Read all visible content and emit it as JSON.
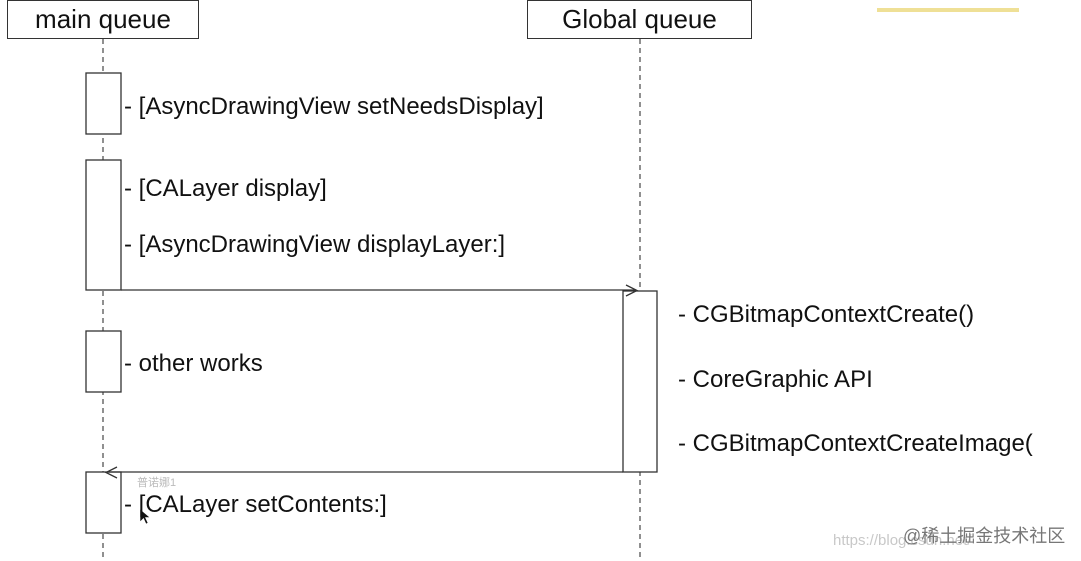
{
  "lanes": {
    "main": "main queue",
    "global": "Global queue"
  },
  "main_steps": {
    "set_needs_display": "- [AsyncDrawingView setNeedsDisplay]",
    "calayer_display": "- [CALayer display]",
    "display_layer": "- [AsyncDrawingView displayLayer:]",
    "other_works": "- other works",
    "set_contents": "- [CALayer setContents:]"
  },
  "global_steps": {
    "bitmap_create": "- CGBitmapContextCreate()",
    "coregraphic": "- CoreGraphic API",
    "create_image": "- CGBitmapContextCreateImage("
  },
  "watermarks": {
    "url": "https://blog.csdn.net/",
    "brand": "@稀土掘金技术社区",
    "tip": "普诺娜1"
  },
  "colors": {
    "line": "#333333",
    "lifeline": "#555555",
    "highlight": "#e8d36a"
  }
}
